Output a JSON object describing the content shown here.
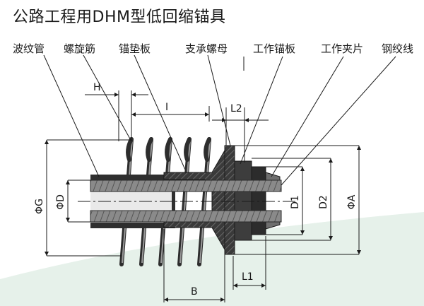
{
  "title": "公路工程用DHM型低回缩锚具",
  "colors": {
    "ground": "#e7f2ec",
    "steel": "#5c5c5c",
    "dark": "#2d2d2d",
    "line": "#1a1a1a"
  },
  "labels": {
    "corrugated_duct": "波纹管",
    "spiral_bar": "螺旋筋",
    "bearing_plate": "锚垫板",
    "support_nut": "支承螺母",
    "working_anchor_plate": "工作锚板",
    "working_clip": "工作夹片",
    "strand": "钢绞线"
  },
  "dims": {
    "H": "H",
    "I": "I",
    "L2": "L2",
    "L1": "L1",
    "B": "B",
    "PhiG": "ΦG",
    "PhiD": "ΦD",
    "D1": "D1",
    "D2": "D2",
    "PhiA": "ΦA"
  }
}
